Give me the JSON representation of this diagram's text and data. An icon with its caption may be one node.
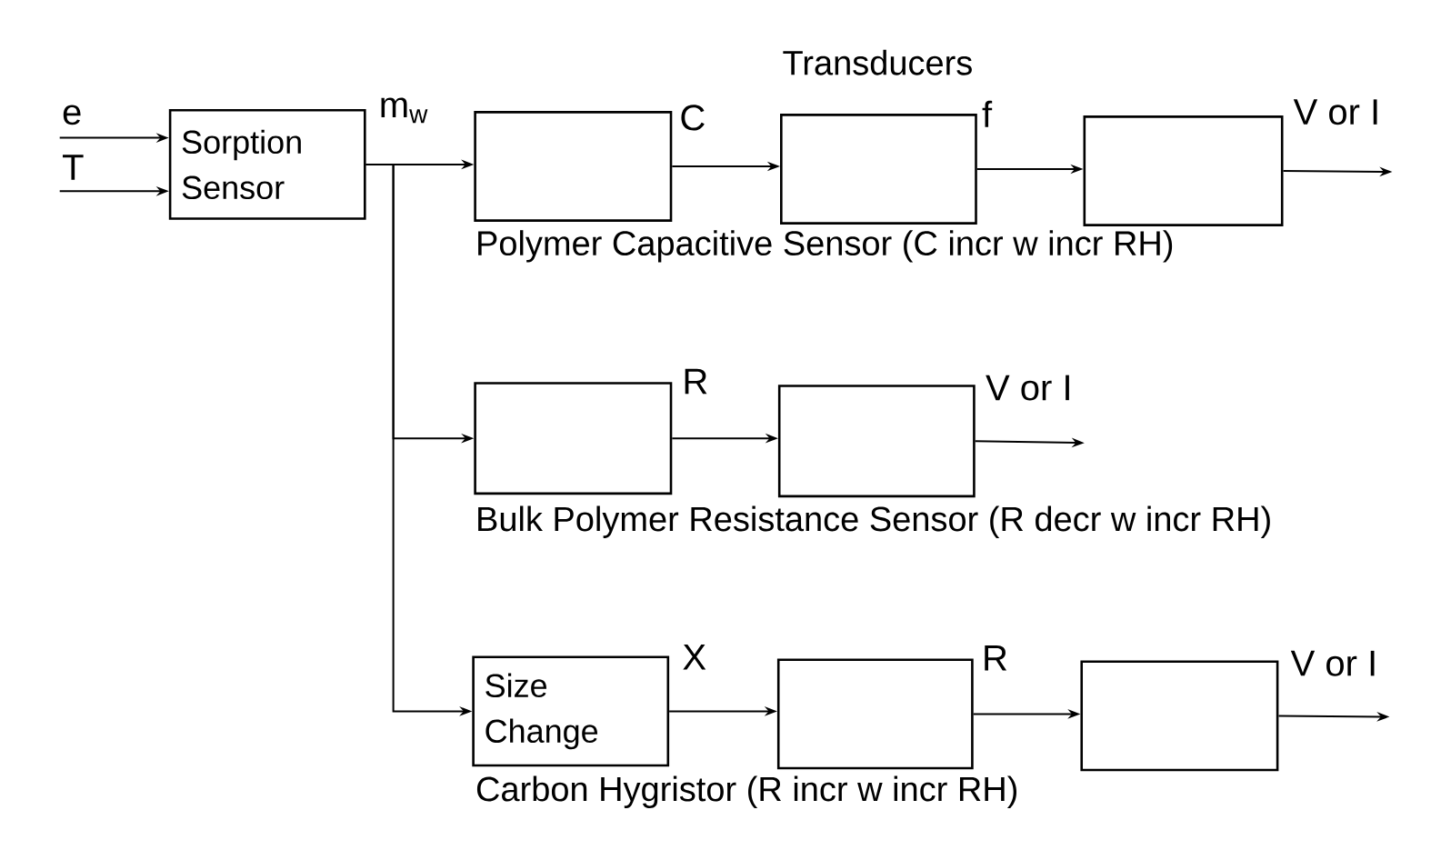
{
  "diagram": {
    "nodes": [
      {
        "text": [
          "Sorption Sensor"
        ]
      },
      {
        "text": [],
        "shape": "box"
      },
      {
        "text": [],
        "shape": "box"
      },
      {
        "text": [],
        "shape": "box"
      },
      {
        "text": [],
        "shape": "box"
      },
      {
        "text": [],
        "shape": "box"
      },
      {
        "text": [
          "Size Change"
        ]
      },
      {
        "text": [],
        "shape": "box"
      },
      {
        "text": [],
        "shape": "box"
      }
    ],
    "edges": [
      {
        "from": null,
        "to": 0,
        "arrow": "to",
        "label": "e"
      },
      {
        "from": null,
        "to": 0,
        "arrow": "to",
        "label": "T"
      },
      {
        "from": 0,
        "to": 1,
        "arrow": "to",
        "label": "m$_{w}$"
      },
      {
        "from": 0,
        "to": 4,
        "arrow": "to"
      },
      {
        "from": 0,
        "to": 6,
        "arrow": "to"
      },
      {
        "from": 1,
        "to": 2,
        "arrow": "to",
        "label": "C"
      },
      {
        "from": 2,
        "to": 3,
        "arrow": "to",
        "label": "f"
      },
      {
        "from": 3,
        "to": null,
        "arrow": "to",
        "label": "V or I"
      },
      {
        "from": 4,
        "to": 5,
        "arrow": "to",
        "label": "R"
      },
      {
        "from": 5,
        "to": null,
        "arrow": "to",
        "label": "V or I"
      },
      {
        "from": 6,
        "to": 7,
        "arrow": "to",
        "label": "X"
      },
      {
        "from": 7,
        "to": 8,
        "arrow": "to",
        "label": "R"
      },
      {
        "from": 8,
        "to": null,
        "arrow": "to",
        "label": "V or I"
      }
    ],
    "labels": [
      "Transducers",
      "Polymer Capacitive Sensor (C incr w incr RH)",
      "Bulk Polymer Resistance Sensor (R decr w incr RH)",
      "Carbon Hygristor (R incr w incr RH)"
    ]
  }
}
